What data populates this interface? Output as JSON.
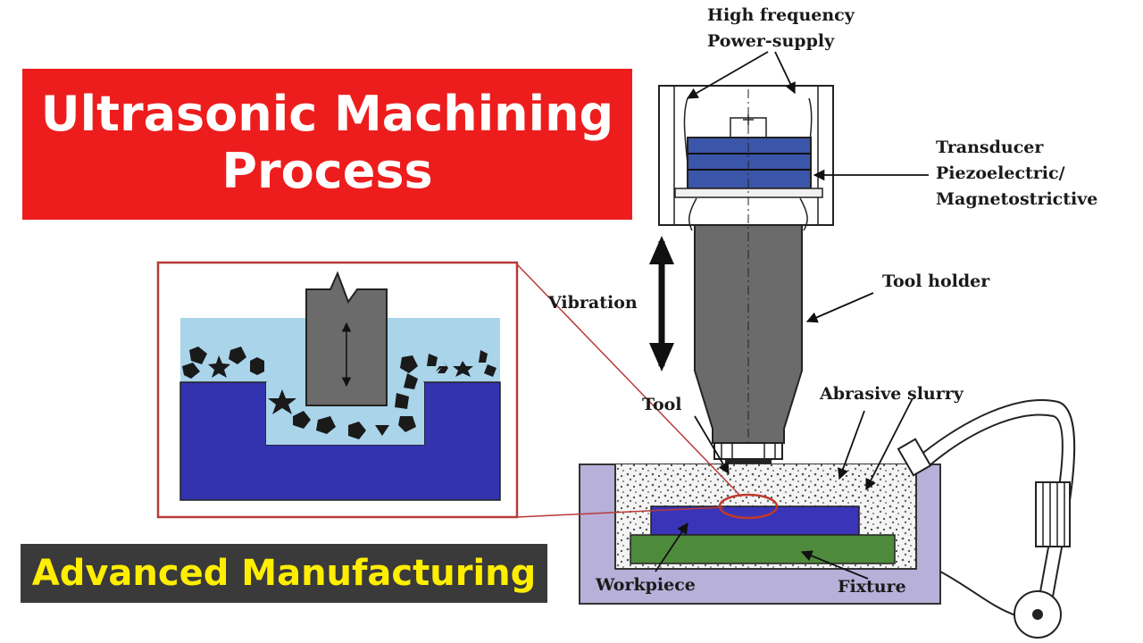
{
  "title": {
    "line1": "Ultrasonic Machining",
    "line2": "Process"
  },
  "subtitle": "Advanced Manufacturing",
  "labels": {
    "power_line1": "High frequency",
    "power_line2": "Power-supply",
    "transducer_line1": "Transducer",
    "transducer_line2": "Piezoelectric/",
    "transducer_line3": "Magnetostrictive",
    "tool_holder": "Tool holder",
    "vibration": "Vibration",
    "tool": "Tool",
    "abrasive_slurry": "Abrasive slurry",
    "workpiece": "Workpiece",
    "fixture": "Fixture"
  },
  "colors": {
    "title_bg": "#ee1d1d",
    "title_text": "#ffffff",
    "subtitle_bg": "#3a3a3a",
    "subtitle_text": "#ffee00",
    "workpiece": "#3a35b8",
    "fixture": "#4e8a3c",
    "tank": "#b7b0d8",
    "slurry_inset": "#a9d4ea",
    "tool_holder": "#6b6b6b",
    "transducer": "#3b55a8"
  }
}
